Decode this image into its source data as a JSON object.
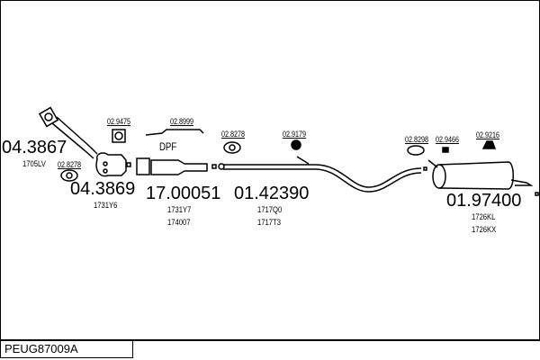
{
  "diagram_code": "PEUG87009A",
  "parts": [
    {
      "number": "04.3867",
      "refs": [
        "1705LV"
      ]
    },
    {
      "number": "04.3869",
      "refs": [
        "1731Y6"
      ]
    },
    {
      "number": "17.00051",
      "refs": [
        "1731Y7",
        "174007"
      ],
      "label": "DPF"
    },
    {
      "number": "01.42390",
      "refs": [
        "1717Q0",
        "1717T3"
      ]
    },
    {
      "number": "01.97400",
      "refs": [
        "1726KL",
        "1726KX"
      ]
    }
  ],
  "accessories": [
    "02.8278",
    "02.9475",
    "02.8999",
    "02.8278",
    "02.9179",
    "02.8298",
    "02.9466",
    "02.9216"
  ]
}
